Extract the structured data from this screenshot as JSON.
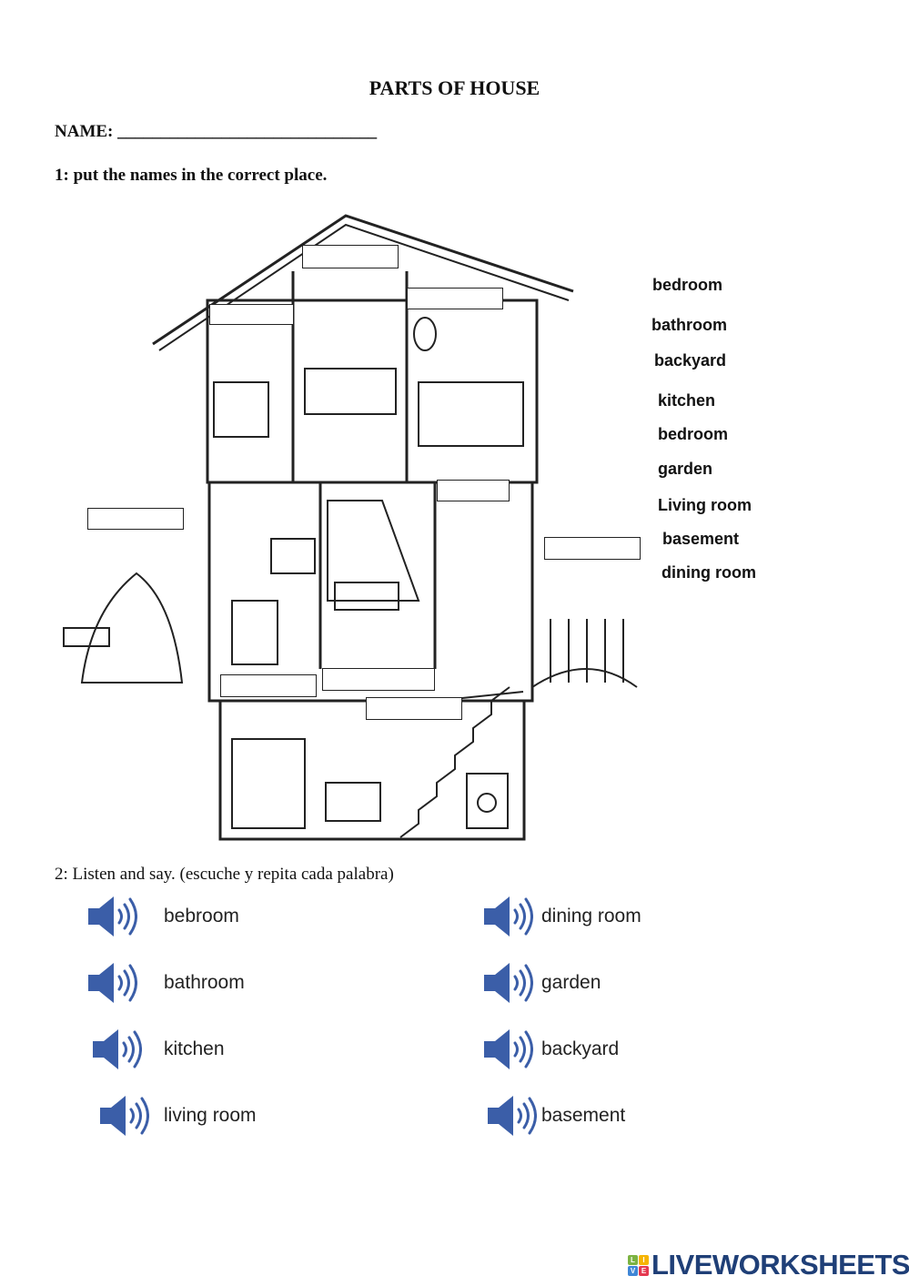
{
  "title": "PARTS OF HOUSE",
  "name_label": "NAME: ______________________________",
  "instruction1": "1: put the names in the correct place.",
  "word_bank": [
    "bedroom",
    "bathroom",
    "backyard",
    "kitchen",
    "bedroom",
    "garden",
    "Living room",
    "basement",
    "dining room"
  ],
  "instruction2": "2: Listen and say. (escuche y repita cada palabra)",
  "audio_words_left": [
    "bebroom",
    "bathroom",
    "kitchen",
    "living room"
  ],
  "audio_words_right": [
    "dining room",
    "garden",
    "backyard",
    "basement"
  ],
  "logo": {
    "tiles": [
      "L",
      "I",
      "V",
      "E"
    ],
    "text": "LIVEWORKSHEETS"
  },
  "colors": {
    "speaker": "#3b5ea8",
    "logo": "#1f3f77"
  }
}
